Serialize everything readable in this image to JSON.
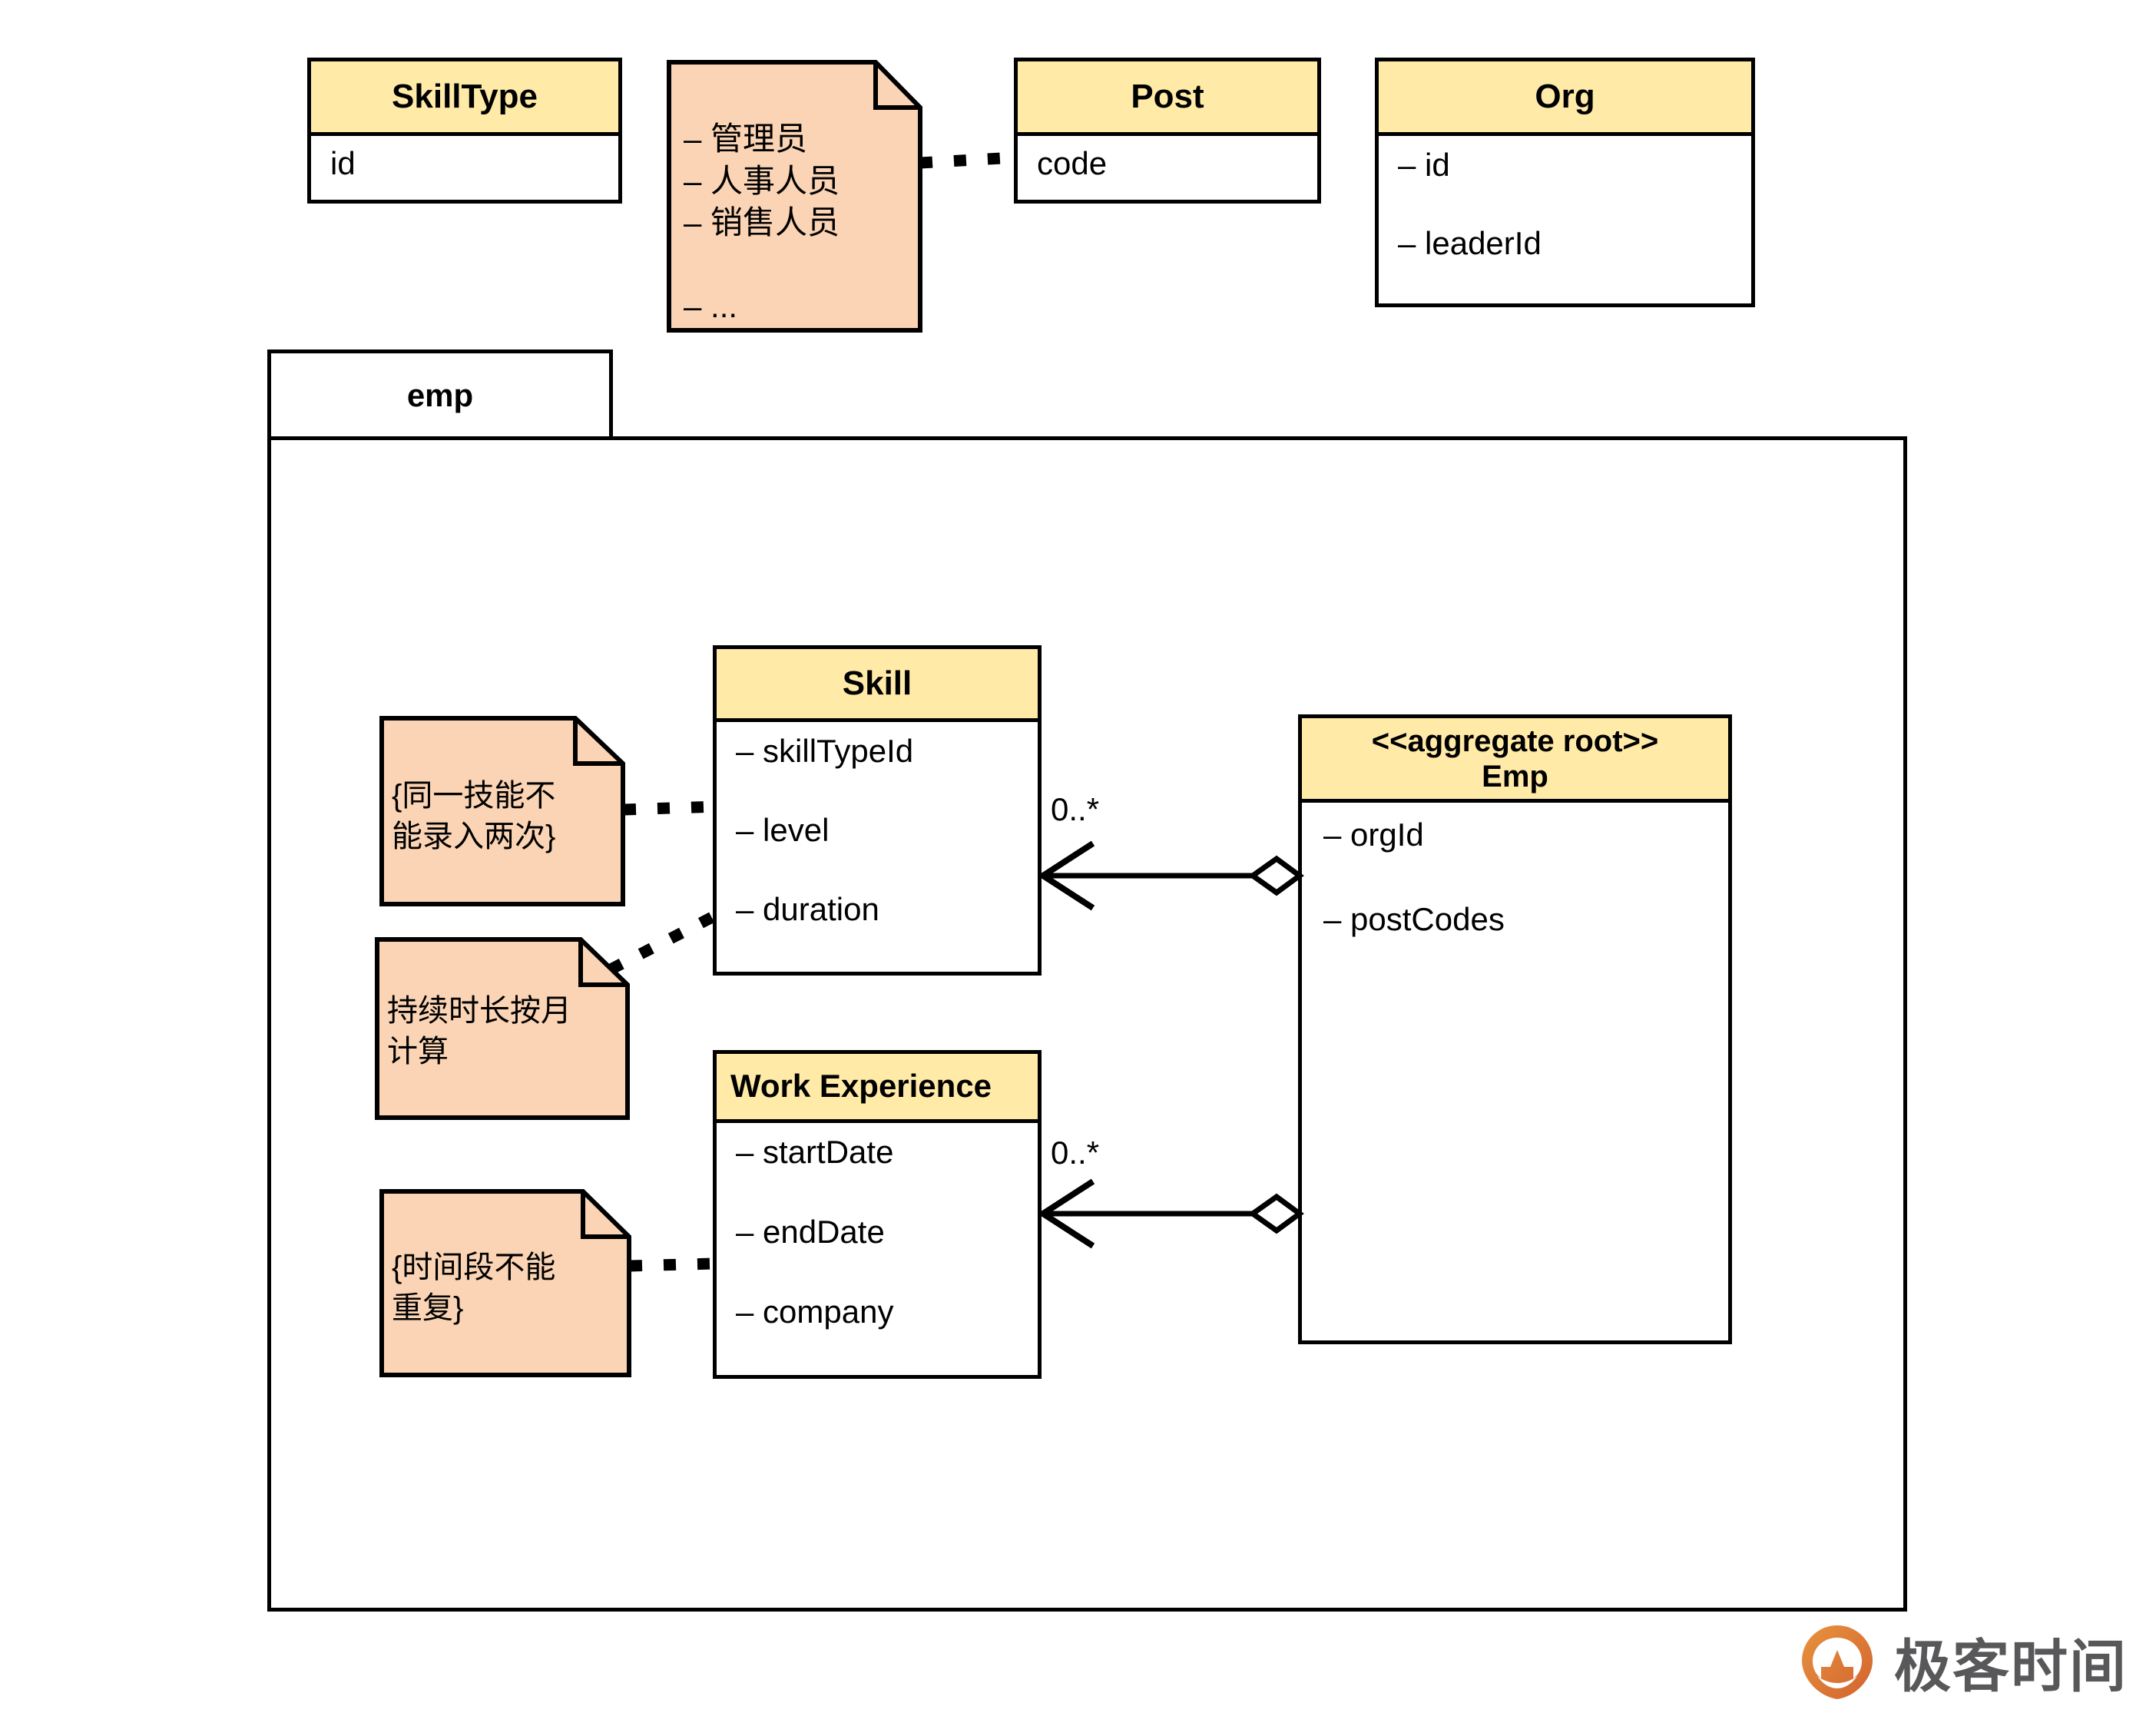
{
  "diagram": {
    "type": "uml-class-diagram",
    "background": "#ffffff",
    "colors": {
      "class_header_fill": "#ffeaa7",
      "note_fill": "#fad4b4",
      "stroke": "#000000",
      "brand_orange": "#e08040",
      "brand_gray": "#58585a"
    }
  },
  "classes": {
    "skilltype": {
      "name": "SkillType",
      "attributes": [
        "id"
      ]
    },
    "post": {
      "name": "Post",
      "attributes": [
        "code"
      ]
    },
    "org": {
      "name": "Org",
      "attributes": [
        "–  id",
        "–  leaderId"
      ]
    },
    "skill": {
      "name": "Skill",
      "attributes": [
        "–  skillTypeId",
        "–  level",
        "–  duration"
      ]
    },
    "work_experience": {
      "name": "Work Experience",
      "attributes": [
        "–  startDate",
        "–  endDate",
        "–  company"
      ]
    },
    "emp": {
      "stereotype": "<<aggregate root>>",
      "name": "Emp",
      "attributes": [
        "–  orgId",
        "–  postCodes"
      ]
    }
  },
  "package": {
    "name": "emp"
  },
  "notes": {
    "post_enum": {
      "text": "–  管理员\n–  人事人员\n–  销售人员\n\n–  ..."
    },
    "skill_unique": {
      "text": "{同一技能不\n能录入两次}"
    },
    "duration_month": {
      "text": "持续时长按月\n计算"
    },
    "period_unique": {
      "text": "{时间段不能\n重复}"
    }
  },
  "associations": {
    "emp_skill": {
      "multiplicity": "0..*",
      "kind": "aggregation"
    },
    "emp_work_experience": {
      "multiplicity": "0..*",
      "kind": "aggregation"
    }
  },
  "brand": {
    "name": "极客时间"
  }
}
